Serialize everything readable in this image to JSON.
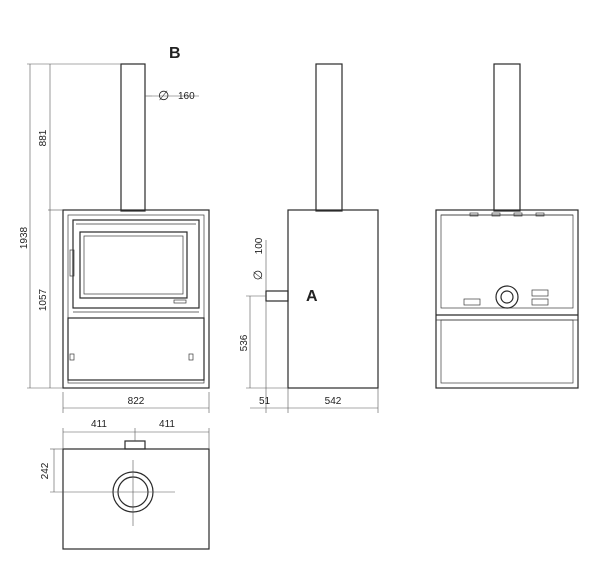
{
  "labels": {
    "view_b": "B",
    "view_a": "A",
    "diameter_symbol": "∅"
  },
  "dimensions": {
    "flue_diameter": "160",
    "flue_height": "881",
    "total_height": "1938",
    "stove_height": "1057",
    "front_width": "822",
    "rear_outlet_diameter": "100",
    "rear_outlet_height": "536",
    "rear_offset": "51",
    "depth": "542",
    "half_width_left": "411",
    "half_width_right": "411",
    "top_depth": "242"
  }
}
